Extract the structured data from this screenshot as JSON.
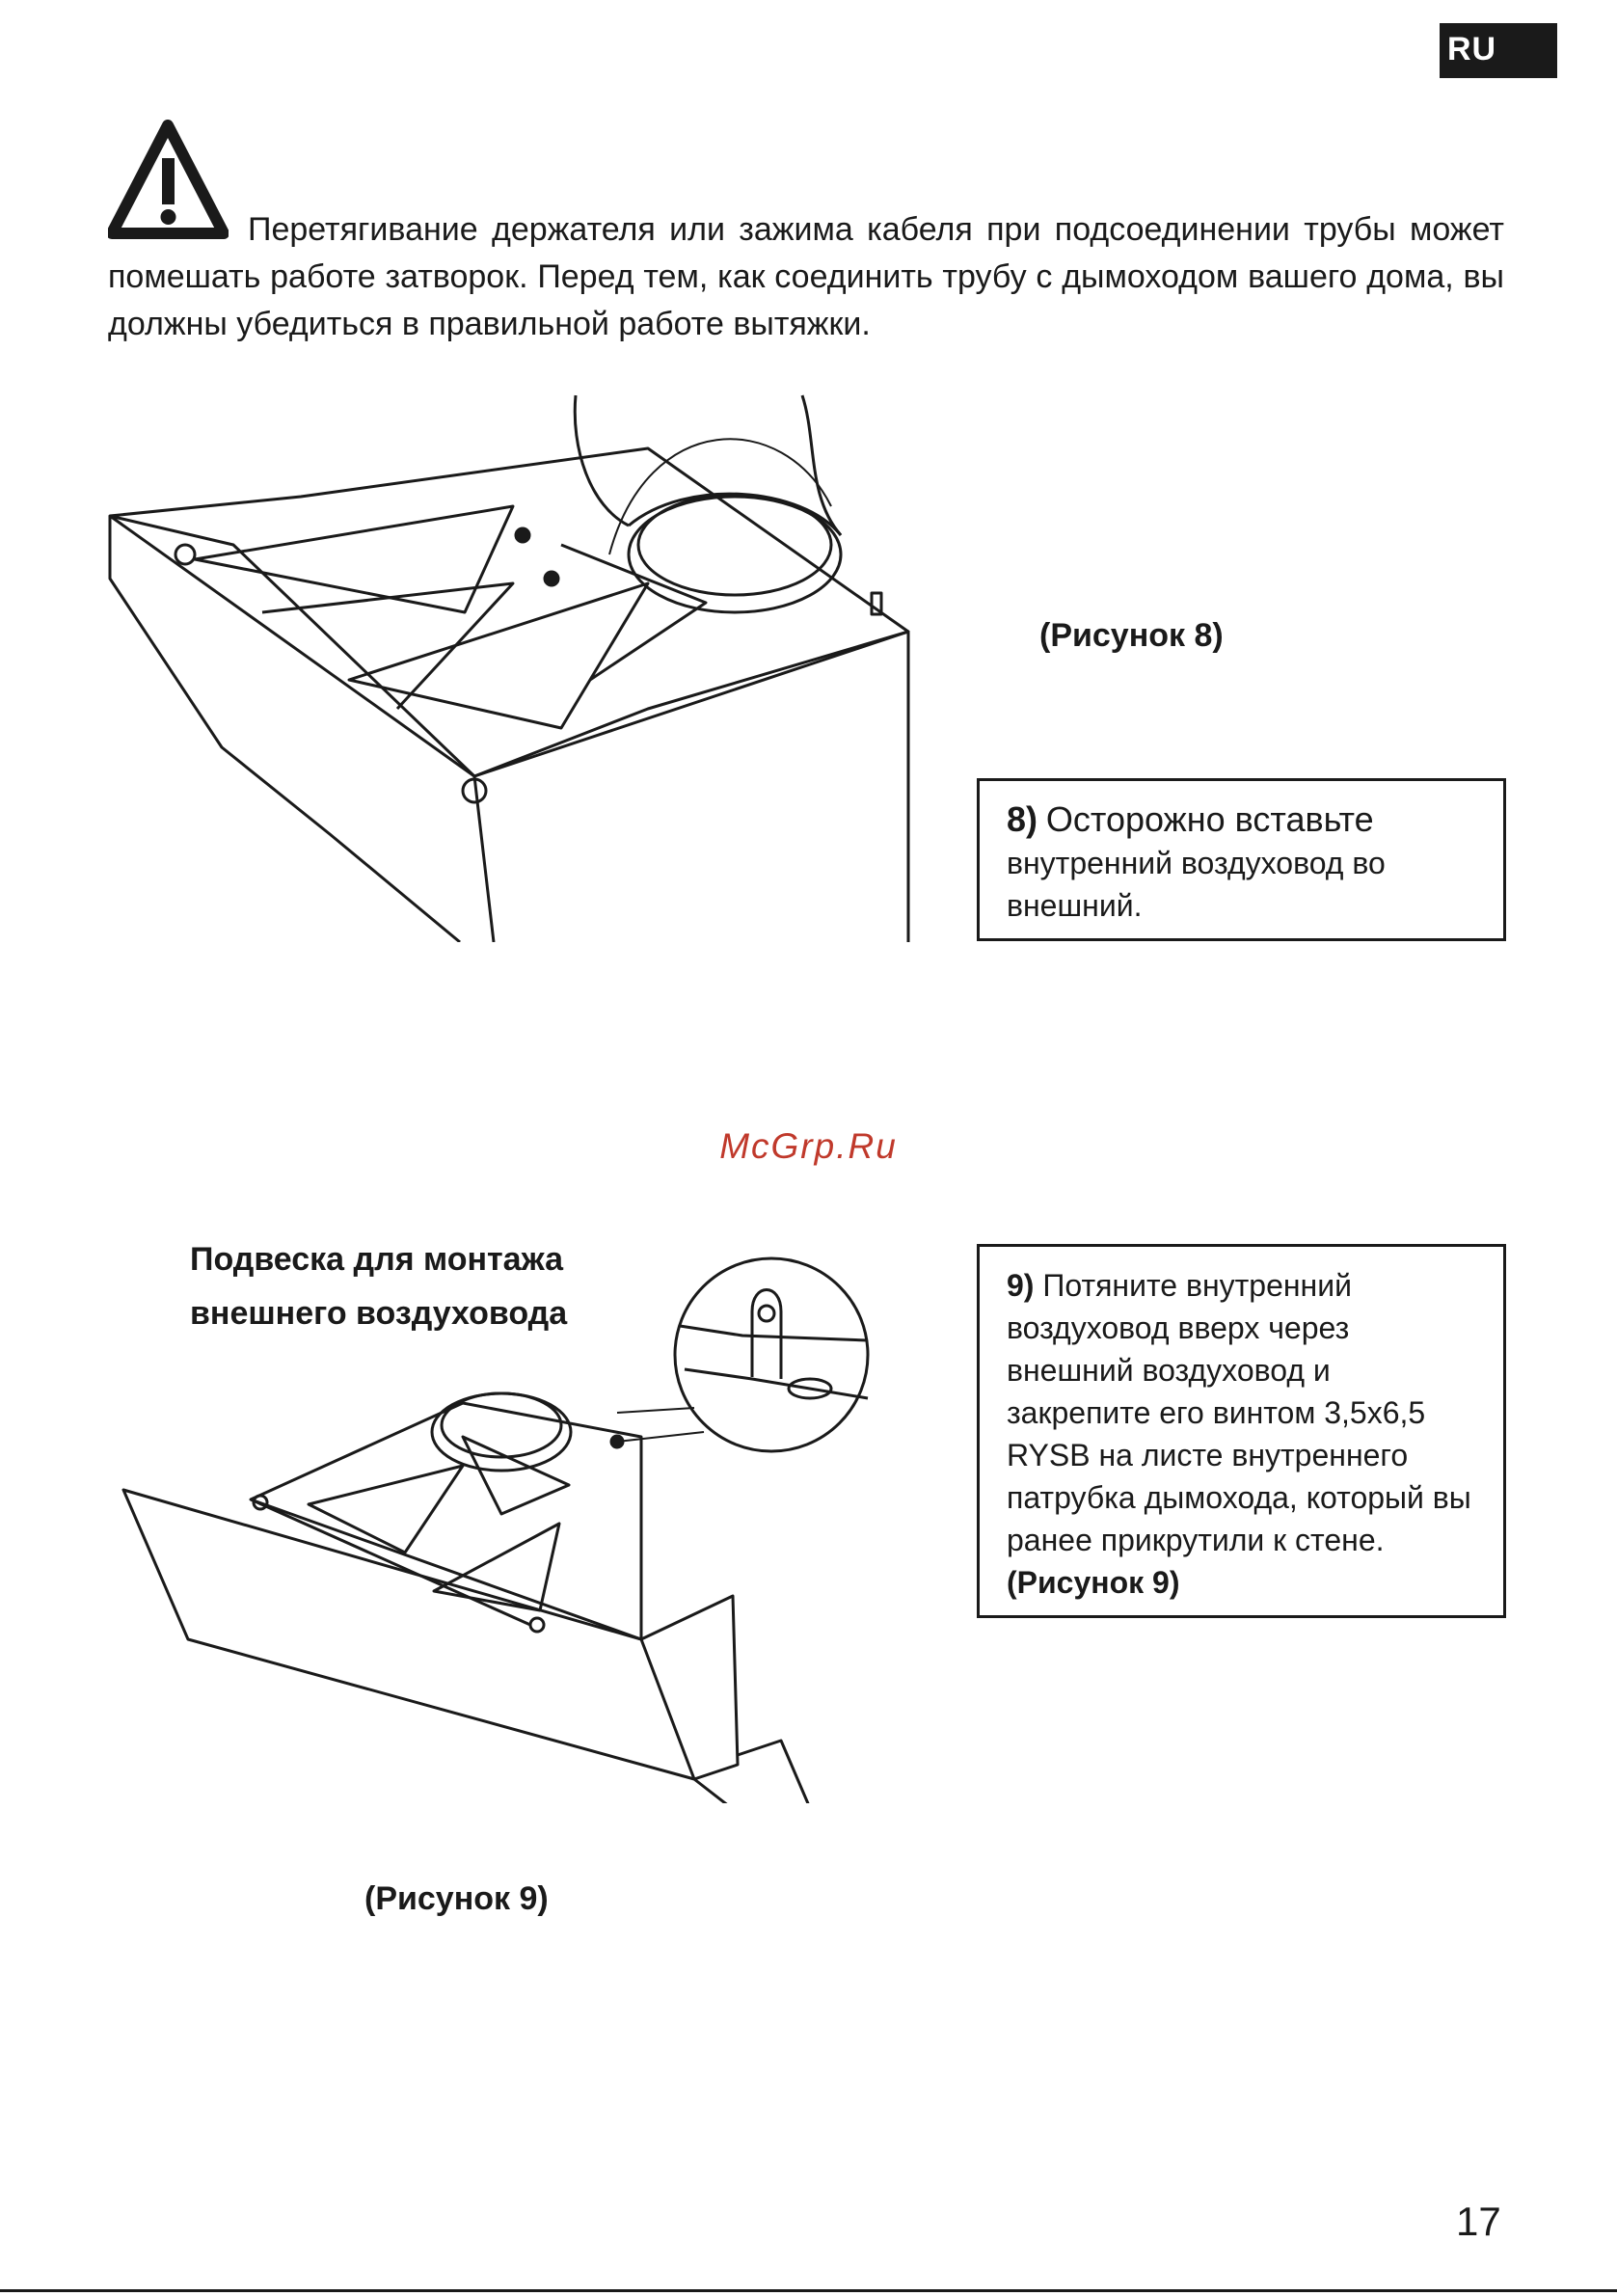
{
  "header": {
    "lang_badge": "RU"
  },
  "warning": {
    "icon": "warning-triangle-icon",
    "text": "Перетягивание держателя или зажима кабеля при подсоединении трубы может помешать работе затворок. Перед тем, как соединить трубу с дымоходом вашего дома, вы должны убедиться в правильной работе вытяжки."
  },
  "figure8": {
    "caption": "(Рисунок 8)"
  },
  "step8": {
    "number": "8)",
    "lead": "Осторожно вставьте",
    "text": "внутренний воздуховод во внешний."
  },
  "watermark": "McGrp.Ru",
  "figure9": {
    "title_line1": "Подвеска для монтажа",
    "title_line2": "внешнего воздуховода",
    "caption": "(Рисунок 9)"
  },
  "step9": {
    "number": "9)",
    "text": "Потяните внутренний воздуховод вверх через внешний воздуховод и закрепите его винтом 3,5х6,5 RYSB на листе внутреннего патрубка дымохода, который вы ранее прикрутили к стене.",
    "ref": "(Рисунок 9)"
  },
  "footer": {
    "page_number": "17"
  }
}
